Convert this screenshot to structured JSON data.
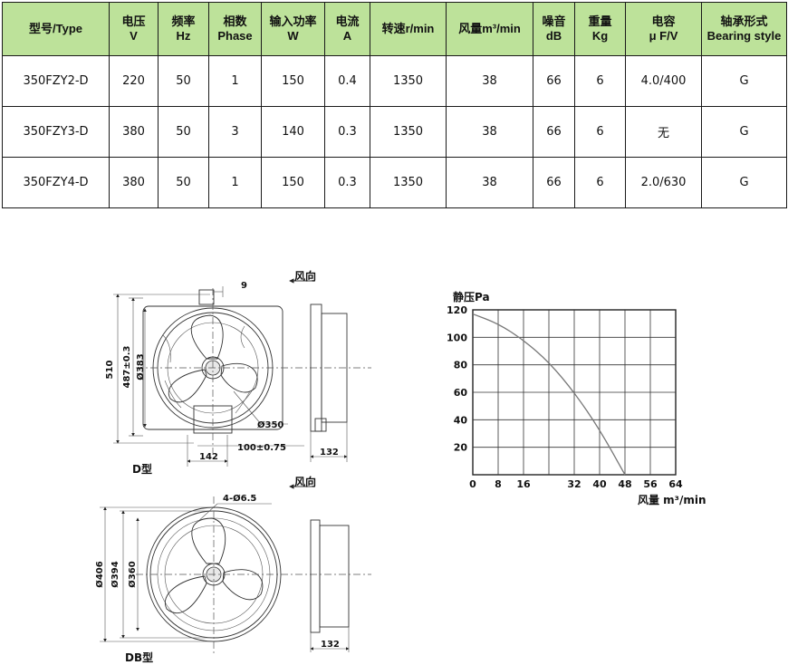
{
  "table": {
    "headers": [
      "型号/Type",
      "电压\nV",
      "频率\nHz",
      "相数\nPhase",
      "输入功率\nW",
      "电流\nA",
      "转速r/min",
      "风量m³/min",
      "噪音\ndB",
      "重量\nKg",
      "电容\nμ F/V",
      "轴承形式\nBearing style"
    ],
    "rows": [
      [
        "350FZY2-D",
        "220",
        "50",
        "1",
        "150",
        "0.4",
        "1350",
        "38",
        "66",
        "6",
        "4.0/400",
        "G"
      ],
      [
        "350FZY3-D",
        "380",
        "50",
        "3",
        "140",
        "0.3",
        "1350",
        "38",
        "66",
        "6",
        "无",
        "G"
      ],
      [
        "350FZY4-D",
        "380",
        "50",
        "1",
        "150",
        "0.3",
        "1350",
        "38",
        "66",
        "6",
        "2.0/630",
        "G"
      ]
    ]
  },
  "drawing_d": {
    "airflow_label": "风向",
    "dim_9": "9",
    "dim_510": "510",
    "dim_487": "487±0.3",
    "dim_383": "Ø383",
    "dim_350": "Ø350",
    "dim_100": "100±0.75",
    "dim_142": "142",
    "dim_132": "132",
    "label": "D型"
  },
  "drawing_db": {
    "airflow_label": "风向",
    "dim_holes": "4-Ø6.5",
    "dim_406": "Ø406",
    "dim_394": "Ø394",
    "dim_360": "Ø360",
    "dim_132": "132",
    "label": "DB型"
  },
  "chart_data": {
    "type": "line",
    "ylabel": "静压Pa",
    "xlabel": "风量 m³/min",
    "xlim": [
      0,
      64
    ],
    "ylim": [
      0,
      120
    ],
    "x_ticks": [
      0,
      8,
      16,
      32,
      40,
      48,
      56,
      64
    ],
    "y_ticks": [
      20,
      40,
      60,
      80,
      100,
      120
    ],
    "grid": true,
    "series": [
      {
        "x": [
          0,
          8,
          16,
          24,
          32,
          40,
          48
        ],
        "y": [
          117,
          110,
          98,
          82,
          60,
          33,
          0
        ]
      }
    ]
  }
}
